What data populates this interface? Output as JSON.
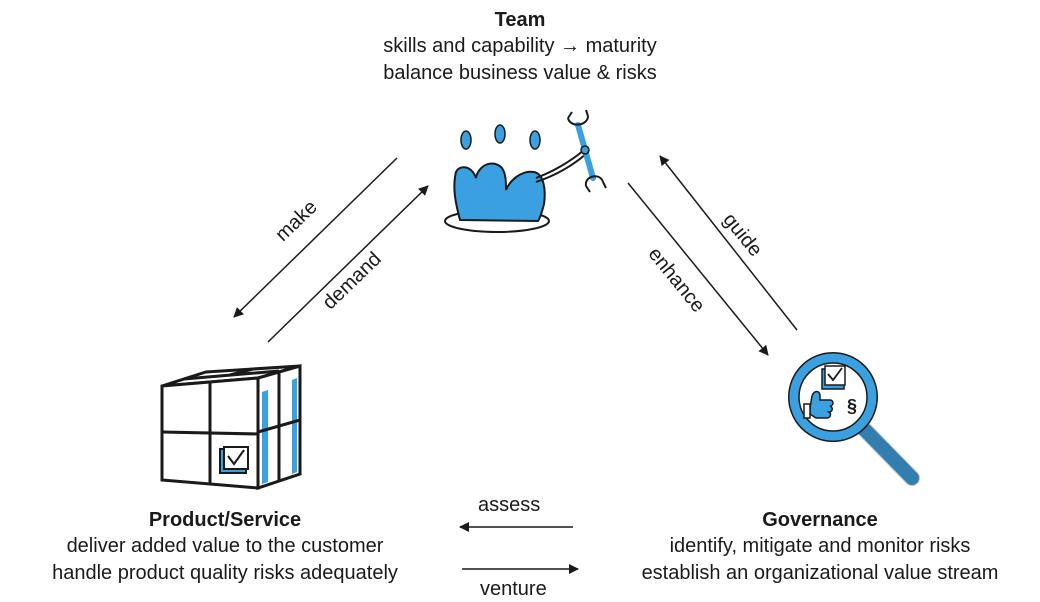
{
  "colors": {
    "accent": "#3aa0e0",
    "ink": "#1a1a1a"
  },
  "team": {
    "title": "Team",
    "line1": "skills and capability → maturity",
    "line2": "balance business value & risks",
    "icon": "team-with-wrench-icon"
  },
  "product": {
    "title": "Product/Service",
    "line1": "deliver added value to the customer",
    "line2": "handle product quality risks adequately",
    "icon": "box-cube-icon"
  },
  "governance": {
    "title": "Governance",
    "line1": "identify, mitigate  and monitor risks",
    "line2": "establish an organizational value stream",
    "icon": "magnifier-icon"
  },
  "edges": {
    "make": "make",
    "demand": "demand",
    "enhance": "enhance",
    "guide": "guide",
    "assess": "assess",
    "venture": "venture"
  },
  "governance_symbol": "§"
}
